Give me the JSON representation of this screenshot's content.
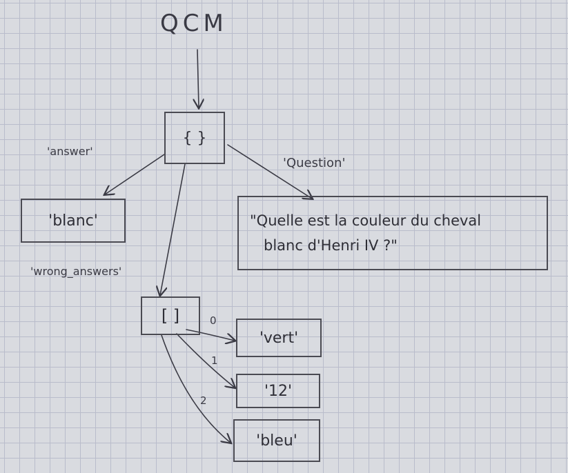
{
  "title": "QCM",
  "root": "{ }",
  "edges": {
    "answer": "'answer'",
    "question": "'Question'",
    "wrong_answers": "'wrong_answers'"
  },
  "answer_value": "'blanc'",
  "question_lines": [
    "\"Quelle est la couleur du cheval",
    "blanc d'Henri IV ?\""
  ],
  "list": "[ ]",
  "items": [
    {
      "index": "0",
      "value": "'vert'"
    },
    {
      "index": "1",
      "value": "'12'"
    },
    {
      "index": "2",
      "value": "'bleu'"
    }
  ],
  "colors": {
    "ink": "#3a3a44",
    "grid": "#b9bccb",
    "paper": "#d9dbe0"
  }
}
